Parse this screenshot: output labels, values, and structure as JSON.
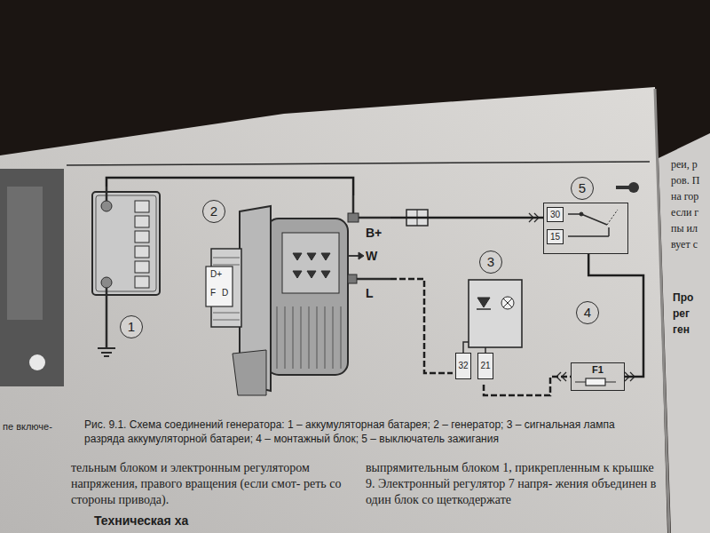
{
  "diagram": {
    "caption": "Рис. 9.1. Схема соединений генератора: 1 – аккумуляторная батарея; 2 – генератор; 3 – сигнальная лампа разряда аккумуляторной батареи; 4 – монтажный блок; 5 – выключатель зажигания",
    "nodes": [
      {
        "text": [
          "1"
        ]
      },
      {
        "text": [
          "2",
          "D+",
          "F",
          "D",
          "B+",
          "W",
          "L"
        ]
      },
      {
        "text": [
          "3",
          "32",
          "21"
        ]
      },
      {
        "text": [
          "4",
          "F1"
        ]
      },
      {
        "text": [
          "5",
          "30",
          "15"
        ]
      }
    ],
    "edges": [
      {
        "from": 0,
        "to": 1,
        "arrow": "none"
      },
      {
        "from": 1,
        "to": 4,
        "arrow": "none"
      },
      {
        "from": 1,
        "to": 2,
        "arrow": "none"
      },
      {
        "from": 2,
        "to": 3,
        "arrow": "none"
      },
      {
        "from": 3,
        "to": 4,
        "arrow": "none"
      }
    ],
    "labels": [
      "пе включе-",
      "реи, р",
      "ров. П",
      "на гор",
      "если г",
      "пы ил",
      "вует с",
      "Про",
      "рег",
      "ген",
      "тельным блоком и электронным регулятором напряжения, правого вращения (если смот- реть со стороны привода).",
      "Техническая ха",
      "выпрямительным блоком 1, прикрепленным к крышке 9. Электронный регулятор 7 напря- жения объединен в один блок со щеткодержате"
    ]
  }
}
